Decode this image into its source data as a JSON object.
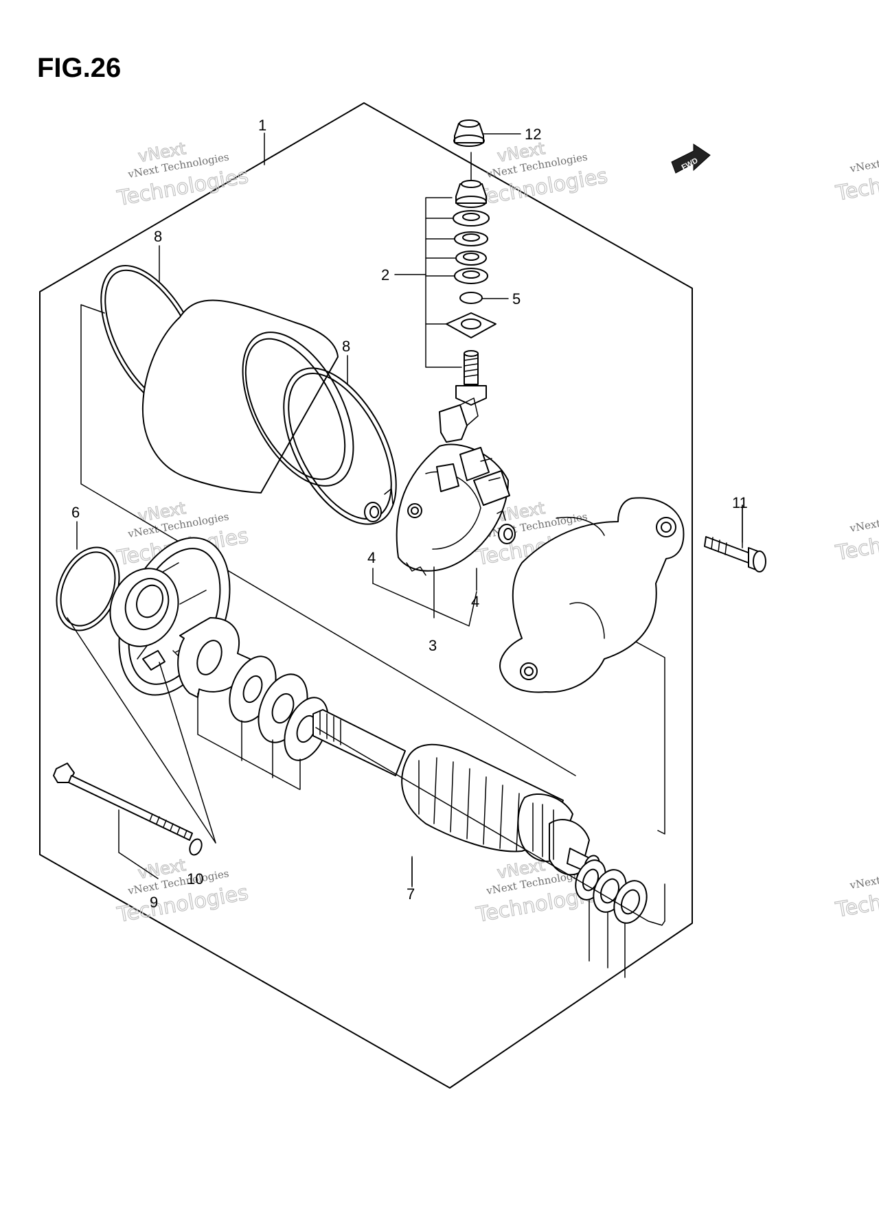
{
  "figure": {
    "title": "FIG.26"
  },
  "fwd_label": "FWD",
  "watermark": {
    "line1": "vNext",
    "line2": "vNext Technologies",
    "line3": "Technologies"
  },
  "callouts": {
    "c1": "1",
    "c2": "2",
    "c3": "3",
    "c4a": "4",
    "c4b": "4",
    "c5": "5",
    "c6": "6",
    "c7": "7",
    "c8a": "8",
    "c8b": "8",
    "c9": "9",
    "c10": "10",
    "c11": "11",
    "c12": "12"
  },
  "icons": {
    "arrow": "fwd-arrow-icon"
  }
}
